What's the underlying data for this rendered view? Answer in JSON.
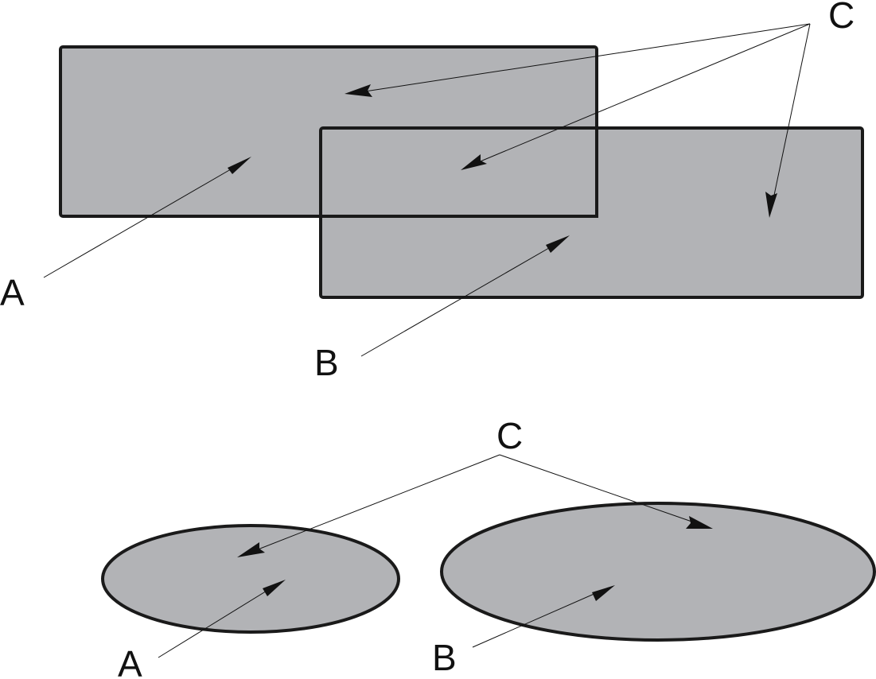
{
  "colors": {
    "region_fill": "#b2b3b6",
    "outline": "#1a1a1a",
    "ink": "#111111",
    "background": "#ffffff"
  },
  "top_diagram": {
    "shape": "rectangle",
    "label_a": "A",
    "label_b": "B",
    "label_c": "C"
  },
  "bottom_diagram": {
    "shape": "ellipse",
    "label_a": "A",
    "label_b": "B",
    "label_c": "C"
  }
}
